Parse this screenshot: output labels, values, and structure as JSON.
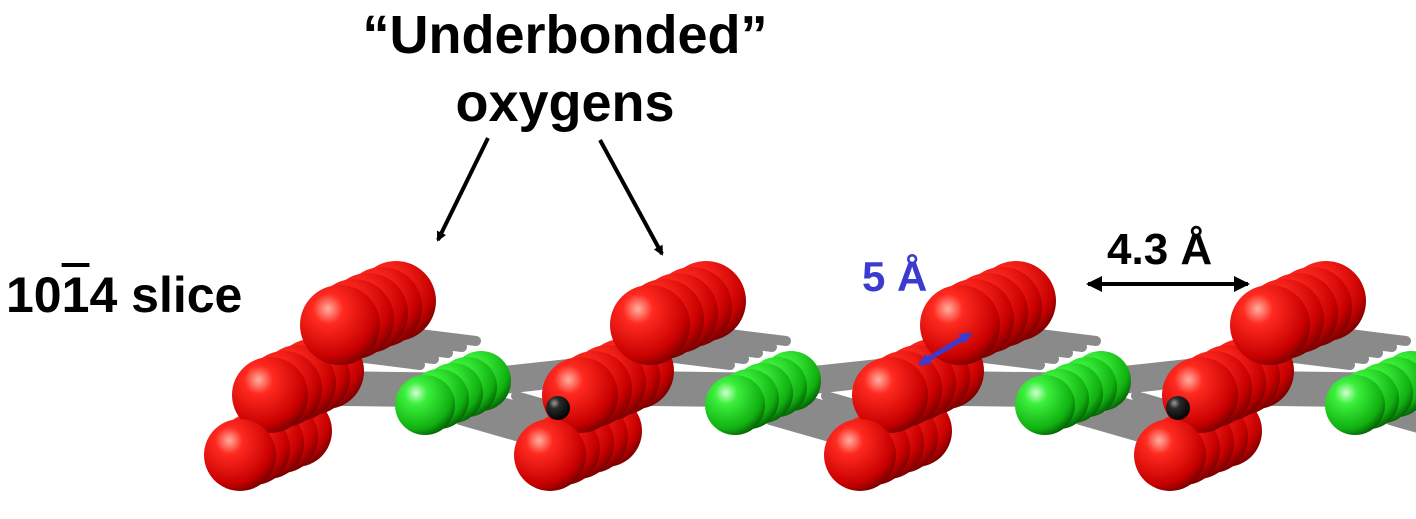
{
  "title": {
    "line_1": "“Underbonded”",
    "line_2": "oxygens"
  },
  "slice_label": {
    "prefix": "10",
    "overbar_digit": "1",
    "suffix": "4 slice"
  },
  "distances": {
    "short": "5 Å",
    "long": "4.3 Å"
  },
  "colors": {
    "oxygen": "#e01010",
    "calcium": "#18c818",
    "carbon": "#111111",
    "bond": "#8a8a8a",
    "short_distance": "#3b3bd0",
    "arrow": "#000000"
  }
}
